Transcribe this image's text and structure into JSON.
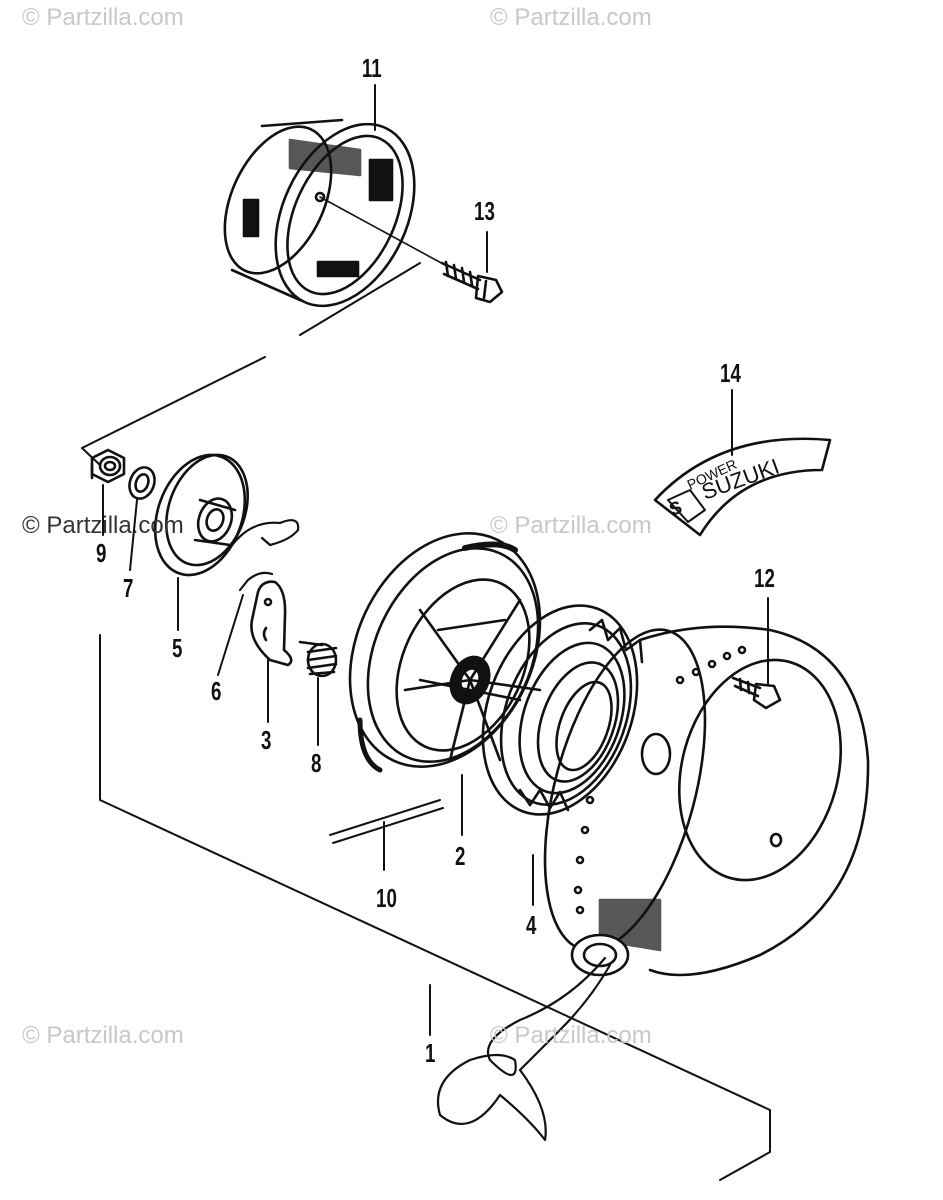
{
  "watermark": "© Partzilla.com",
  "callouts": {
    "c1": "1",
    "c2": "2",
    "c3": "3",
    "c4": "4",
    "c5": "5",
    "c6": "6",
    "c7": "7",
    "c8": "8",
    "c9": "9",
    "c10": "10",
    "c11": "11",
    "c12": "12",
    "c13": "13",
    "c14": "14"
  },
  "emblem": {
    "line1": "POWER",
    "line2": "SUZUKI",
    "letter": "S"
  }
}
